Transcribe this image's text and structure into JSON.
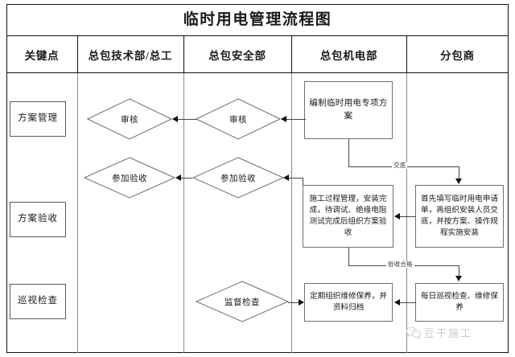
{
  "document": {
    "title": "临时用电管理流程图"
  },
  "table": {
    "headers": [
      {
        "name": "key-points",
        "label": "关键点"
      },
      {
        "name": "general-contractor-tech",
        "label": "总包技术部/总工"
      },
      {
        "name": "general-contractor-safety",
        "label": "总包安全部"
      },
      {
        "name": "general-contractor-mep",
        "label": "总包机电部"
      },
      {
        "name": "subcontractor",
        "label": "分包商"
      }
    ]
  },
  "key_points": [
    {
      "name": "plan-management",
      "label": "方案管理"
    },
    {
      "name": "plan-acceptance",
      "label": "方案验收"
    },
    {
      "name": "patrol-inspection",
      "label": "巡视检查"
    }
  ],
  "nodes": {
    "tech_review": "审核",
    "safety_review": "审核",
    "tech_join_acceptance": "参加验收",
    "safety_join_acceptance": "参加验收",
    "safety_supervise": "监督检查",
    "mep_prepare_plan": "编制临时用电专项方案",
    "mep_construction_management": "施工过程管理，安装完成，待调试、绝缘电阻测试完成后组织方案验收",
    "mep_periodic_maintenance": "定期组织维修保养，并资料归档",
    "sub_apply_and_install": "首先填写临时用电申请单，再组织安装人员交底，并按方案、操作规程实施安装",
    "sub_daily_patrol": "每日巡视检查、维修保养"
  },
  "edge_labels": {
    "disclosure": "交底",
    "acceptance_passed": "验收合格"
  },
  "watermark": {
    "text": "豆干施工",
    "icon": "wechat-icon"
  },
  "colors": {
    "frame": "#111111",
    "node_border": "#6f6f6f",
    "connector": "#444444",
    "watermark": "#c9c9c9",
    "background": "#ffffff"
  }
}
